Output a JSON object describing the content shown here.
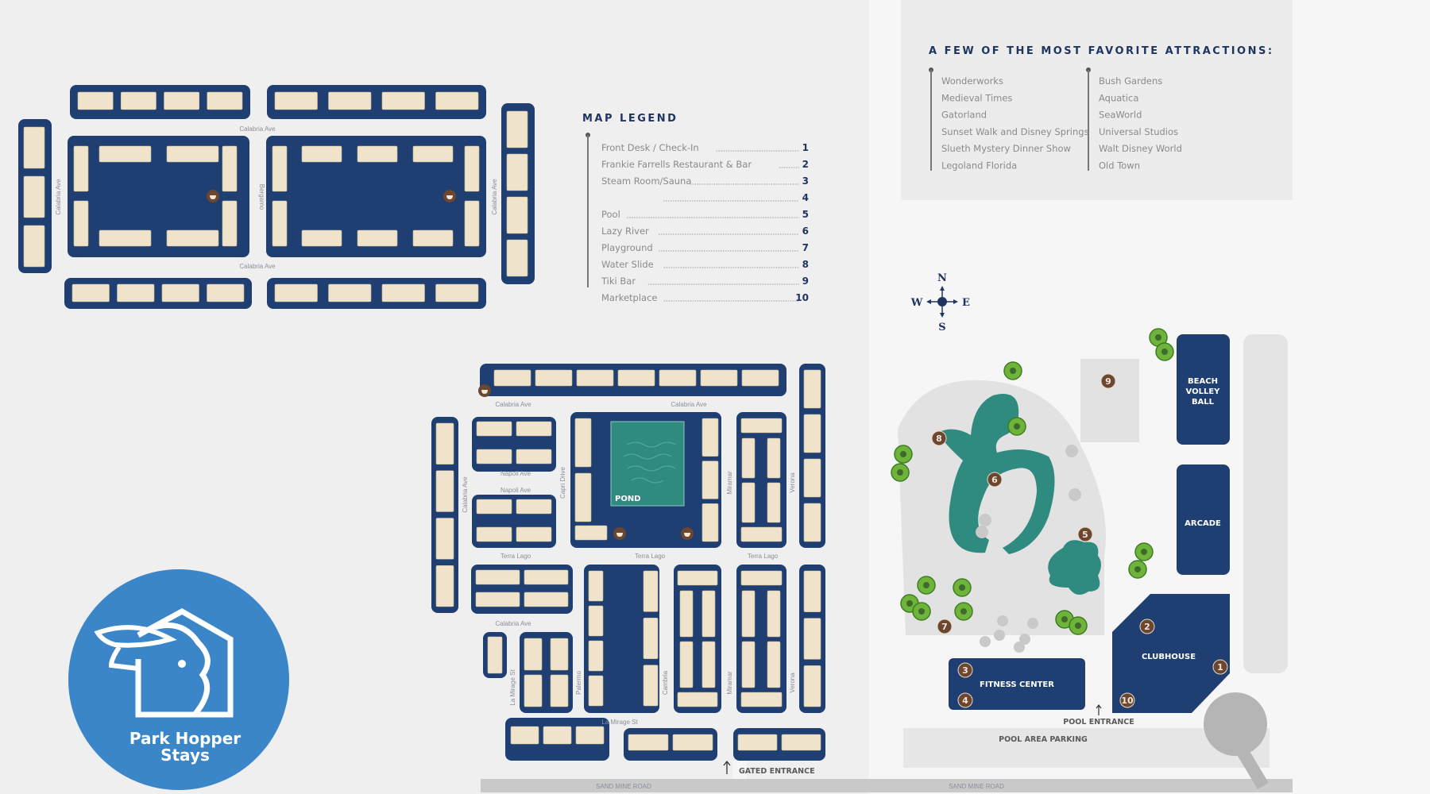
{
  "legend": {
    "title": "MAP LEGEND",
    "items": [
      {
        "label": "Front Desk / Check-In",
        "number": "1"
      },
      {
        "label": "Frankie Farrells Restaurant & Bar",
        "number": "2"
      },
      {
        "label": "Steam Room/Sauna",
        "number": "3"
      },
      {
        "label": "",
        "number": "4"
      },
      {
        "label": "Pool",
        "number": "5"
      },
      {
        "label": "Lazy River",
        "number": "6"
      },
      {
        "label": "Playground",
        "number": "7"
      },
      {
        "label": "Water Slide",
        "number": "8"
      },
      {
        "label": "Tiki Bar",
        "number": "9"
      },
      {
        "label": "Marketplace",
        "number": "10"
      }
    ]
  },
  "attractions": {
    "title": "A FEW OF THE MOST FAVORITE ATTRACTIONS:",
    "column1": [
      "Wonderworks",
      "Medieval Times",
      "Gatorland",
      "Sunset Walk and Disney Springs",
      "Slueth Mystery Dinner Show",
      "Legoland Florida"
    ],
    "column2": [
      "Bush Gardens",
      "Aquatica",
      "SeaWorld",
      "Universal Studios",
      "Walt Disney World",
      "Old Town"
    ]
  },
  "compass": {
    "n": "N",
    "s": "S",
    "e": "E",
    "w": "W"
  },
  "streets": {
    "calabria": "Calabria Ave",
    "bergamo": "Bergamo",
    "napoli": "Napoli Ave",
    "capri": "Capri Drive",
    "miramar": "Miramar",
    "verona": "Verona",
    "terra_lago": "Terra Lago",
    "la_mirage": "La Mirage St",
    "palermo": "Palermo",
    "cambria": "Cambria",
    "sand_mine": "SAND MINE ROAD"
  },
  "places": {
    "pond": "POND",
    "gated_entrance": "GATED ENTRANCE",
    "beach_volleyball": [
      "BEACH",
      "VOLLEY",
      "BALL"
    ],
    "arcade": "ARCADE",
    "clubhouse": "CLUBHOUSE",
    "fitness_center": "FITNESS CENTER",
    "pool_entrance": "POOL ENTRANCE",
    "pool_parking": "POOL AREA PARKING"
  },
  "markers": [
    "1",
    "2",
    "3",
    "4",
    "5",
    "6",
    "7",
    "8",
    "9",
    "10"
  ],
  "logo": {
    "line1": "Park Hopper",
    "line2": "Stays"
  },
  "colors": {
    "navy": "#1f3f73",
    "unit": "#efe4cb",
    "water": "#2f8a80",
    "logo_blue": "#3a86c8",
    "marker": "#6b4631",
    "tree": "#6fb43a"
  }
}
